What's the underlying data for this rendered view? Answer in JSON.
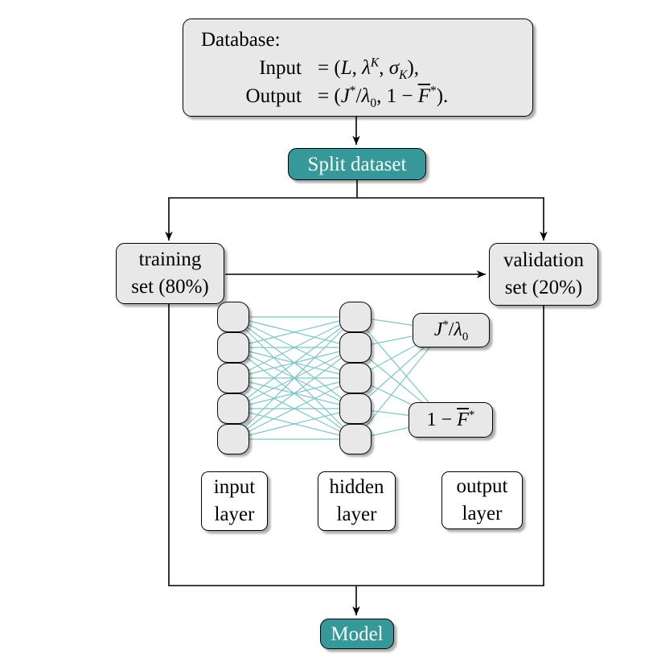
{
  "colors": {
    "teal": "#369899",
    "box_fill": "#e8e8e8",
    "wire": "#7fc5c5",
    "ink": "#000000"
  },
  "database_box": {
    "title": "Database:",
    "rows": [
      {
        "label": "Input",
        "value_html": "= (<i>L</i>, <i>&lambda;</i><sup><i>K</i></sup>, <i>&sigma;</i><sub><i>K</i></sub>),"
      },
      {
        "label": "Output",
        "value_html": "= (<i>J</i><sup>*</sup>/<i>&lambda;</i><sub>0</sub>, 1 &minus; <span class='ov'><i>F</i></span><sup>*</sup>)."
      }
    ]
  },
  "split_box": {
    "label": "Split dataset"
  },
  "training_box": {
    "line1": "training",
    "line2": "set (80%)"
  },
  "validation_box": {
    "line1": "validation",
    "line2": "set (20%)"
  },
  "network": {
    "input_nodes": 5,
    "hidden_nodes": 5,
    "outputs": [
      {
        "label_html": "<i>J</i><sup>*</sup>/<i>&lambda;</i><sub>0</sub>"
      },
      {
        "label_html": "1 &minus; <span class='ov'><i>F</i></span><sup>*</sup>"
      }
    ],
    "layer_labels": [
      {
        "line1": "input",
        "line2": "layer"
      },
      {
        "line1": "hidden",
        "line2": "layer"
      },
      {
        "line1": "output",
        "line2": "layer"
      }
    ]
  },
  "model_box": {
    "label": "Model"
  }
}
